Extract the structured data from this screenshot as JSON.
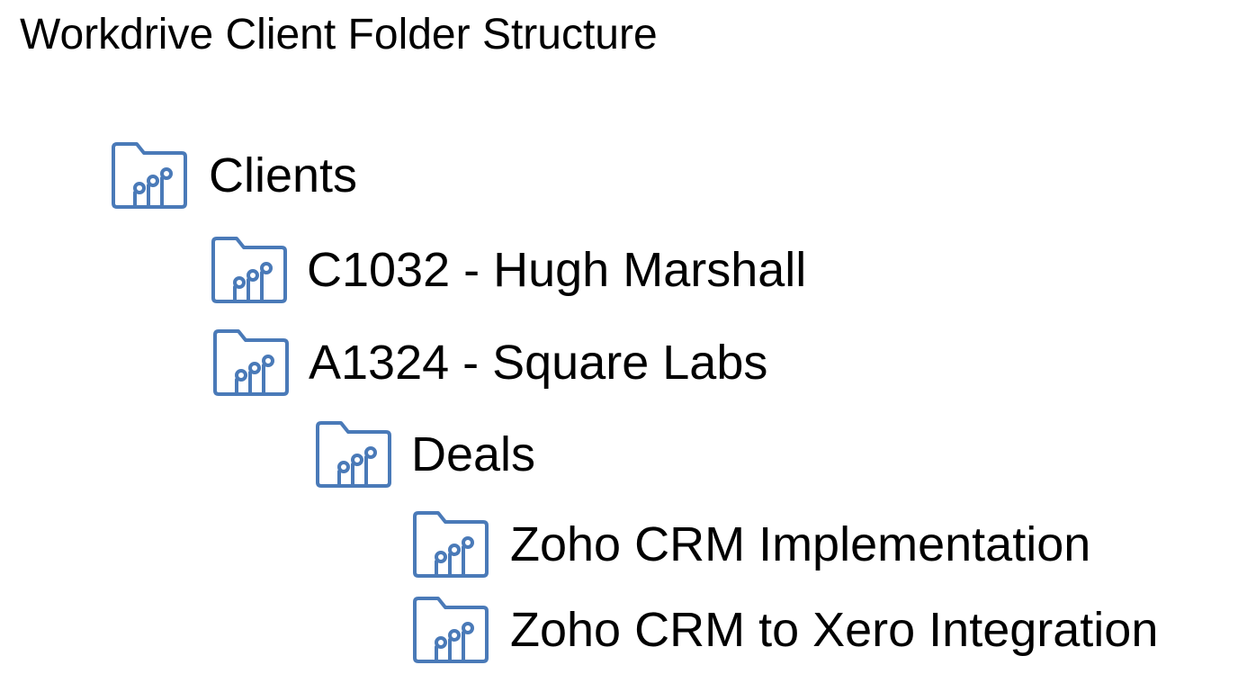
{
  "title": "Workdrive Client Folder Structure",
  "icon_color": "#4a7ab8",
  "tree": [
    {
      "level": 0,
      "icon": "team-folder-icon",
      "label": "Clients"
    },
    {
      "level": 1,
      "icon": "team-folder-icon",
      "label": "C1032 - Hugh Marshall"
    },
    {
      "level": 1,
      "icon": "team-folder-icon",
      "label": "A1324 - Square Labs"
    },
    {
      "level": 2,
      "icon": "team-folder-icon",
      "label": "Deals"
    },
    {
      "level": 3,
      "icon": "team-folder-icon",
      "label": "Zoho CRM Implementation"
    },
    {
      "level": 3,
      "icon": "team-folder-icon",
      "label": "Zoho CRM to Xero Integration"
    }
  ]
}
